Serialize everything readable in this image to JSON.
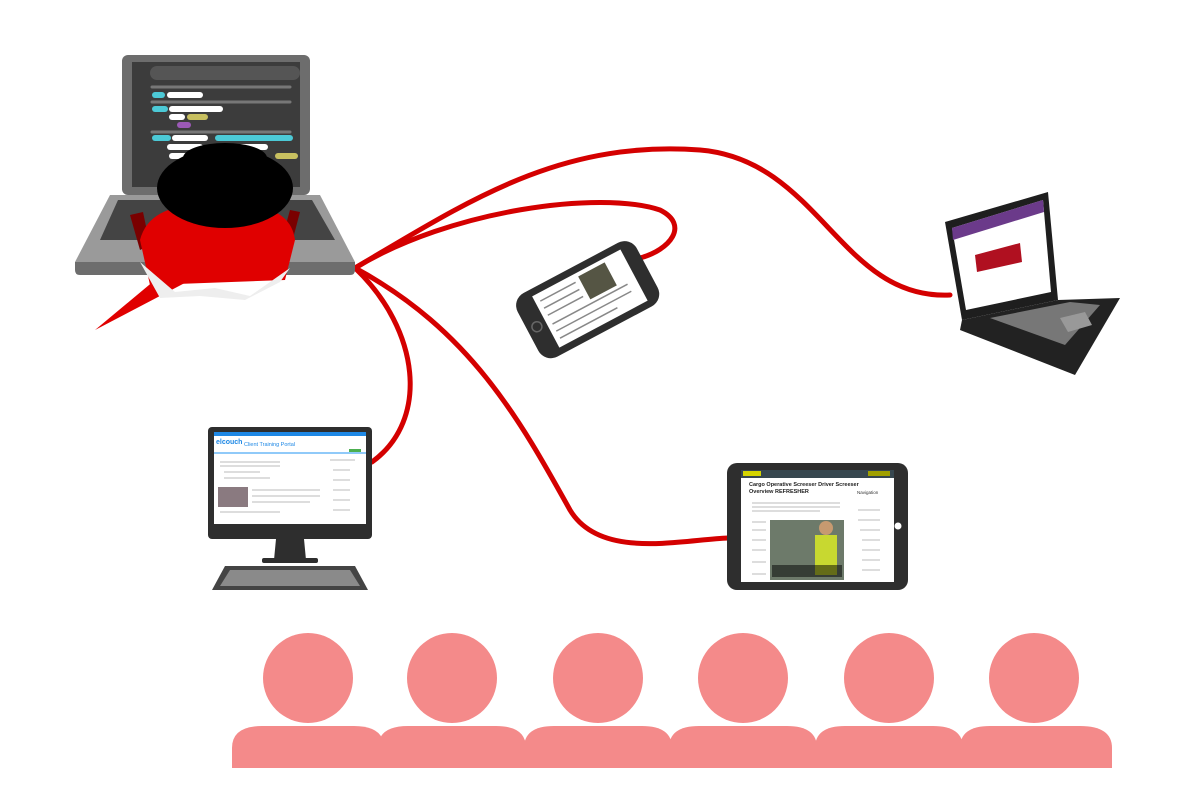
{
  "colors": {
    "cable": "#d40000",
    "audience": "#f48a8a",
    "device_body": "#2e2e2e",
    "developer_shirt": "#e00000"
  },
  "devices": {
    "monitor": {
      "logo": "elcouch",
      "title": "Client Training Portal"
    },
    "tablet": {
      "course_title_line1": "Cargo Operative Screeser Driver Screeser",
      "course_title_line2": "Overview REFRESHER",
      "sidebar_heading": "Navigation"
    }
  },
  "audience_count": 6
}
